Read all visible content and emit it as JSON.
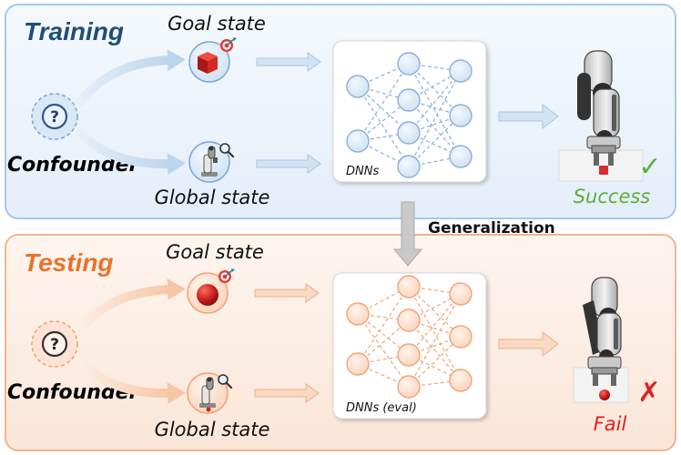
{
  "training": {
    "title": "Training",
    "goal_label": "Goal state",
    "global_label": "Global state",
    "confounder_label": "Confounder",
    "confounder_symbol": "?",
    "network_label": "DNNs",
    "outcome_label": "Success",
    "outcome_mark": "✓",
    "goal_icon": "red-cube-icon",
    "global_icon": "robot-arm-icon"
  },
  "generalization_label": "Generalization",
  "testing": {
    "title": "Testing",
    "goal_label": "Goal state",
    "global_label": "Global state",
    "confounder_label": "Confounder",
    "confounder_symbol": "?",
    "network_label": "DNNs (eval)",
    "outcome_label": "Fail",
    "outcome_mark": "✗",
    "goal_icon": "red-ball-icon",
    "global_icon": "robot-arm-icon"
  },
  "colors": {
    "training_accent": "#1f4e79",
    "testing_accent": "#e8732a",
    "success": "#5cb038",
    "fail": "#e02020"
  }
}
